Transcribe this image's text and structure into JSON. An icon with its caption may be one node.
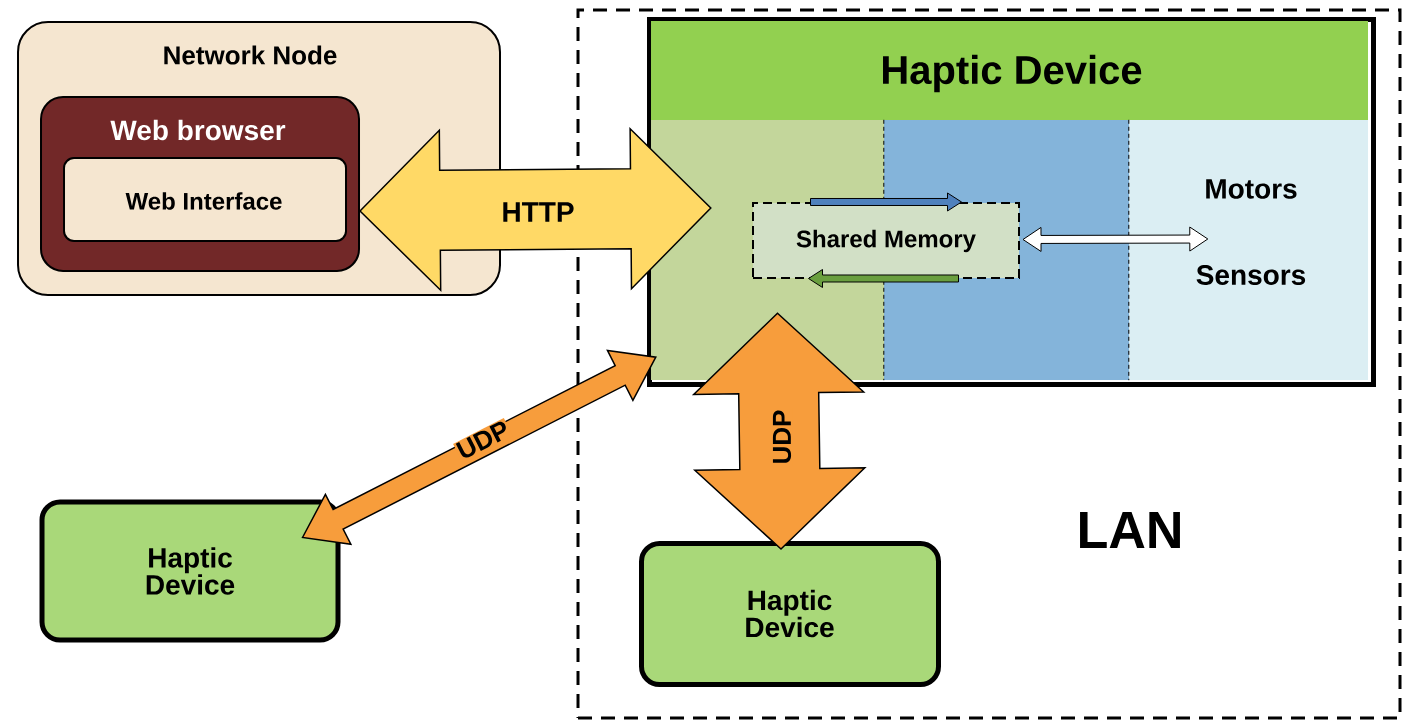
{
  "diagram": {
    "nodes": [
      {
        "text": [
          "Network Node"
        ]
      },
      {
        "text": [
          "Web browser"
        ],
        "in": 0
      },
      {
        "text": [
          "Web Interface"
        ],
        "in": 1
      },
      {
        "text": [
          "LAN"
        ]
      },
      {
        "text": [
          "Haptic Device"
        ],
        "in": 3
      },
      {
        "text": [],
        "shape": "box",
        "in": 4
      },
      {
        "text": [],
        "shape": "box",
        "in": 4
      },
      {
        "text": [
          "Motors",
          "Sensors"
        ],
        "in": 4
      },
      {
        "text": [
          "Shared Memory"
        ],
        "in": 4
      },
      {
        "text": [
          "Haptic Device"
        ]
      },
      {
        "text": [
          "Haptic Device"
        ],
        "in": 3
      }
    ],
    "edges": [
      {
        "from": 1,
        "to": 5,
        "arrow": "both",
        "label": "HTTP",
        "style": "thick",
        "color": "#ffd966"
      },
      {
        "from": 9,
        "to": 5,
        "arrow": "both",
        "label": "UDP",
        "style": "thick",
        "color": "#f79d3c"
      },
      {
        "from": 5,
        "to": 10,
        "arrow": "both",
        "label": "UDP",
        "style": "thick",
        "color": "#f79d3c"
      },
      {
        "from": 5,
        "to": 6,
        "arrow": "to",
        "color": "#4f81bd"
      },
      {
        "from": 6,
        "to": 5,
        "arrow": "to",
        "color": "#6a9f3f"
      },
      {
        "from": 8,
        "to": 7,
        "arrow": "both",
        "color": "#ffffff"
      }
    ]
  }
}
